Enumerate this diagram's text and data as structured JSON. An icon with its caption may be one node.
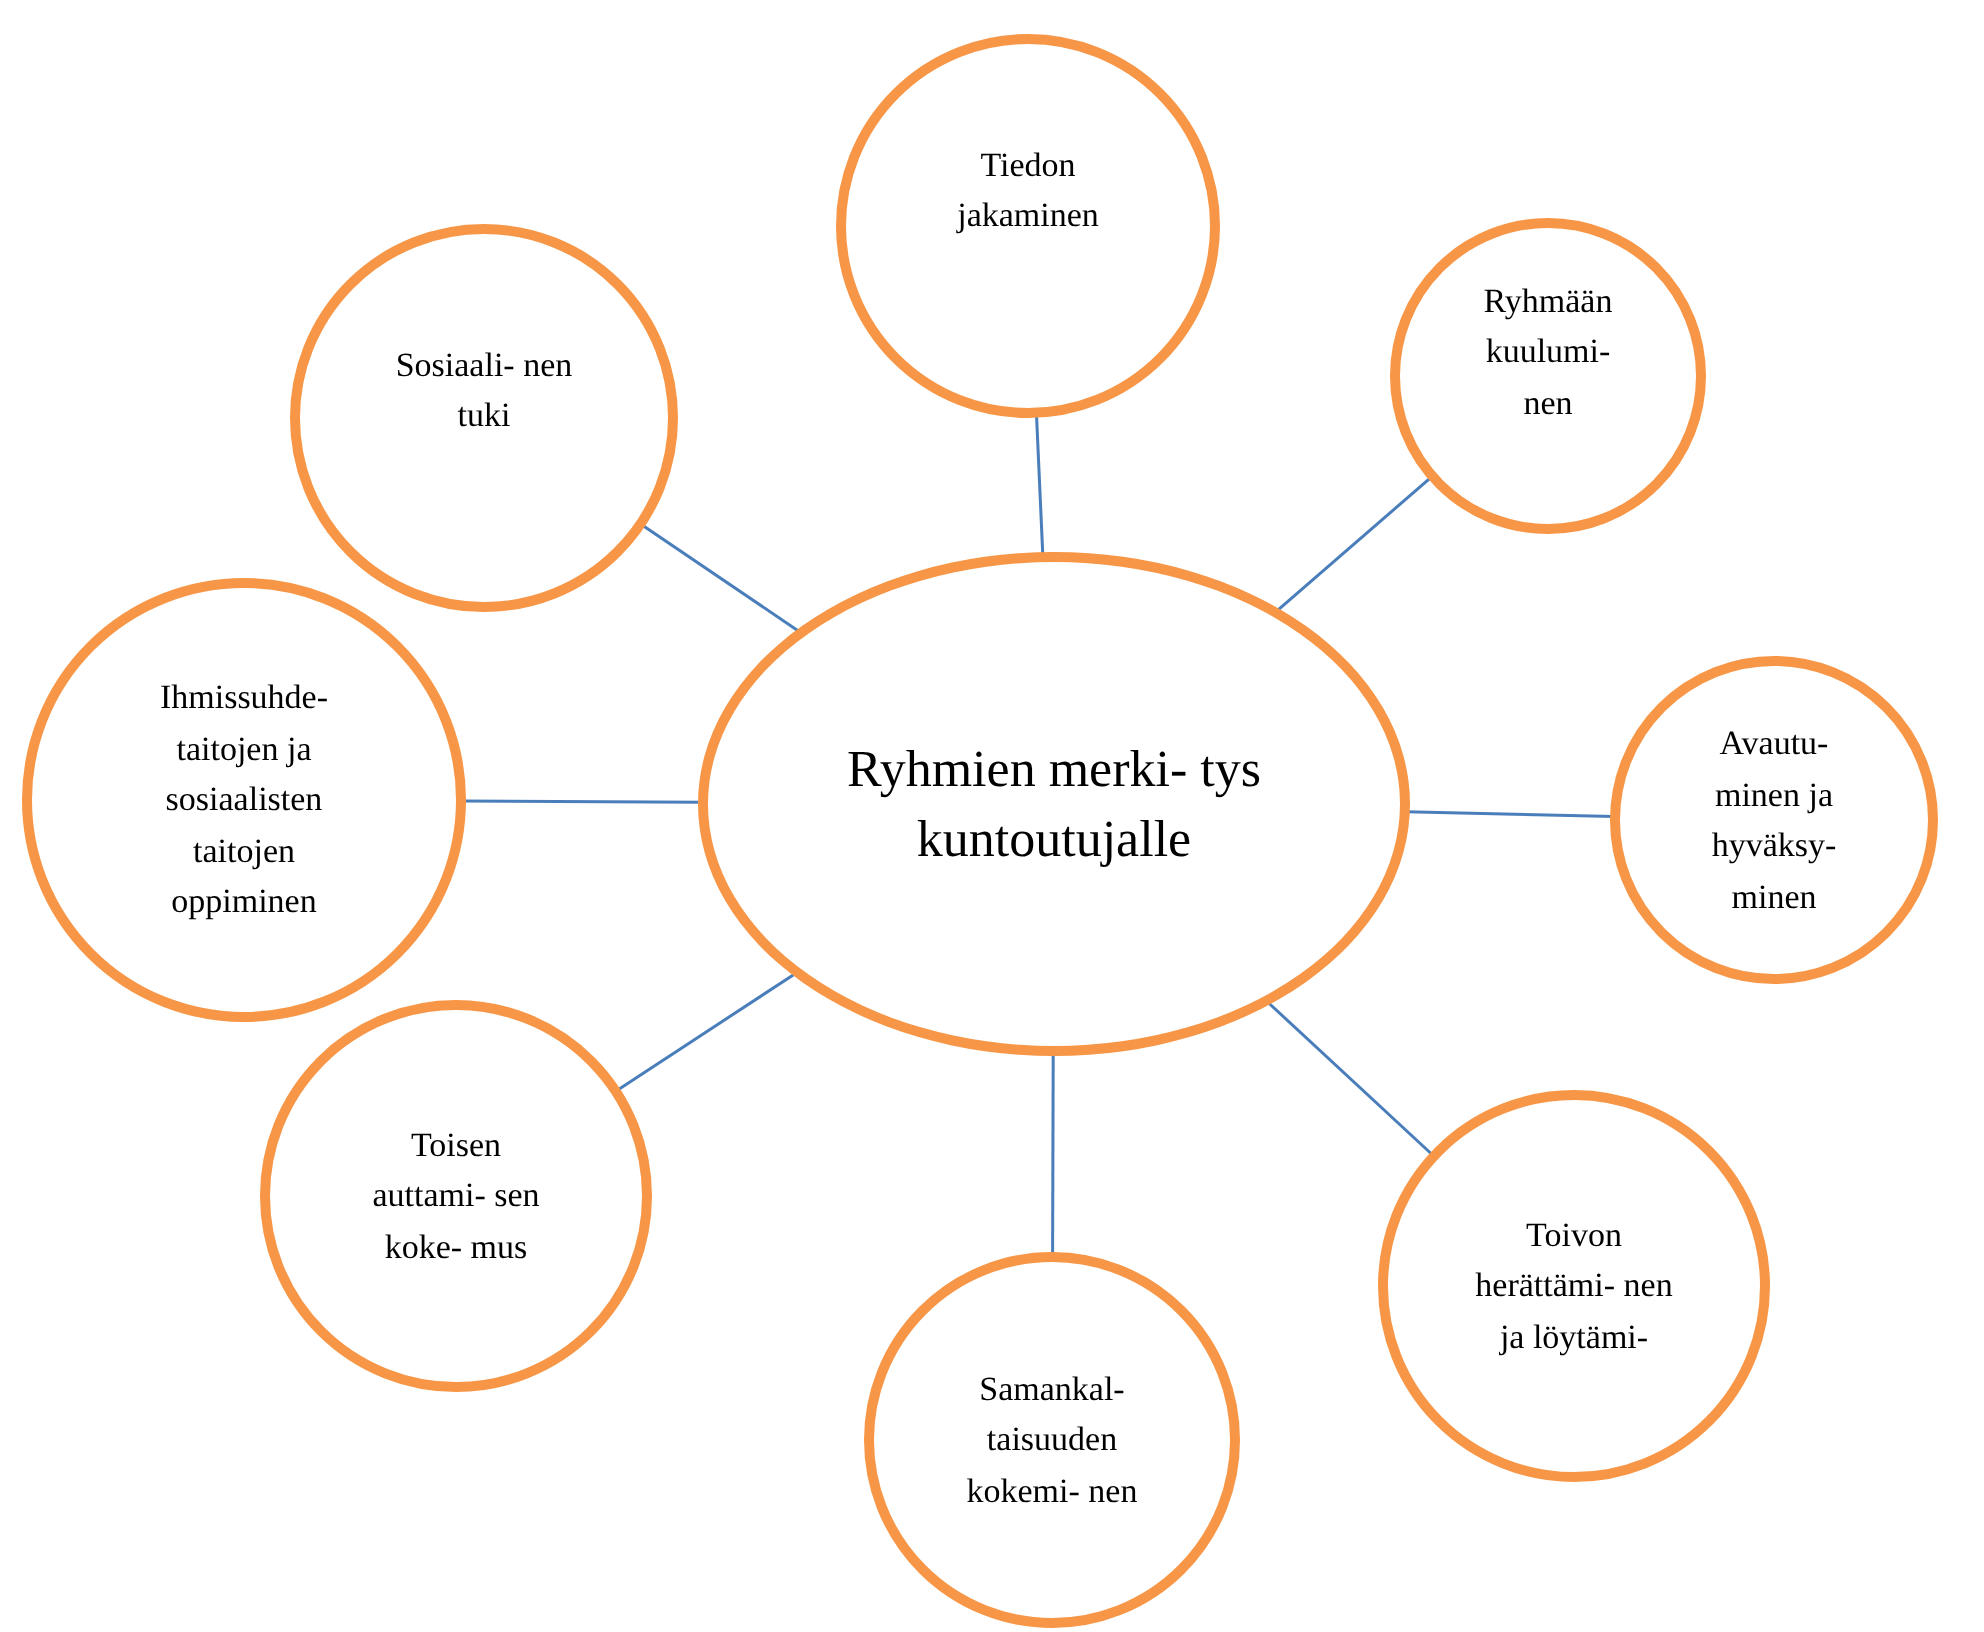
{
  "diagram": {
    "nodes": [
      {
        "text": [
          "Ryhmien merki- tys  kuntoutujalle"
        ]
      },
      {
        "text": [
          "Tiedon jakaminen"
        ]
      },
      {
        "text": [
          "Ryhmään kuulumi- nen"
        ]
      },
      {
        "text": [
          "Sosiaali- nen tuki"
        ]
      },
      {
        "text": [
          "Ihmissuhde- taitojen ja sosiaalisten taitojen oppiminen"
        ]
      },
      {
        "text": [
          "Avautu- minen ja hyväksy- minen"
        ]
      },
      {
        "text": [
          "Toisen auttami- sen koke- mus"
        ]
      },
      {
        "text": [
          "Toivon herättämi- nen ja löytämi-"
        ]
      },
      {
        "text": [
          "Samankal- taisuuden kokemi- nen"
        ]
      }
    ],
    "edges": [
      {
        "from": 0,
        "to": 1,
        "arrow": "none"
      },
      {
        "from": 0,
        "to": 2,
        "arrow": "none"
      },
      {
        "from": 0,
        "to": 3,
        "arrow": "none"
      },
      {
        "from": 0,
        "to": 4,
        "arrow": "none"
      },
      {
        "from": 0,
        "to": 5,
        "arrow": "none"
      },
      {
        "from": 0,
        "to": 6,
        "arrow": "none"
      },
      {
        "from": 0,
        "to": 7,
        "arrow": "none"
      },
      {
        "from": 0,
        "to": 8,
        "arrow": "none"
      }
    ]
  }
}
